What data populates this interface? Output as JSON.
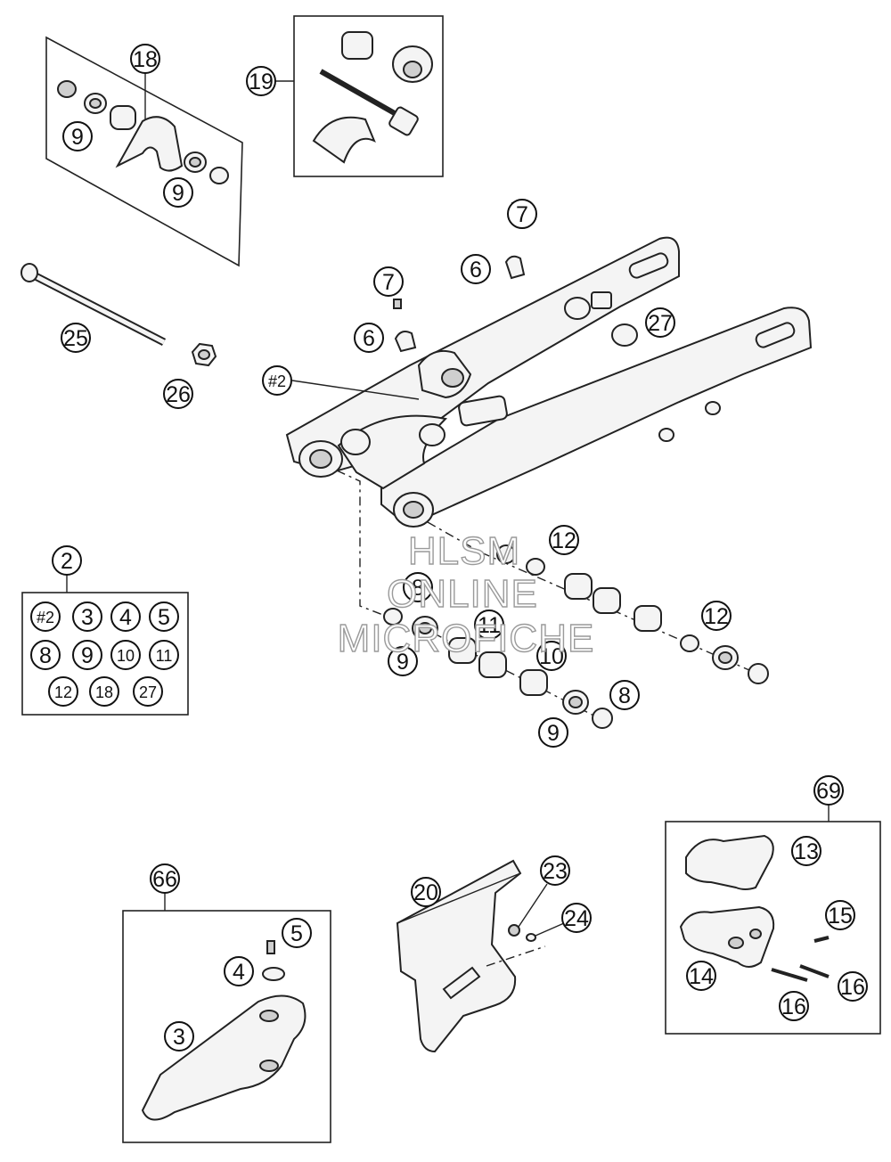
{
  "watermark": {
    "line1": "HLSM",
    "line2": "ONLINE",
    "line3": "MICROFICHE"
  },
  "callouts": {
    "c18": "18",
    "c9a": "9",
    "c9b": "9",
    "c19": "19",
    "c7a": "7",
    "c6a": "6",
    "c7b": "7",
    "c6b": "6",
    "c27": "27",
    "c25": "25",
    "c26": "26",
    "c2ref": "#2",
    "c12a": "12",
    "c8a": "8",
    "c11": "11",
    "c9c": "9",
    "c10": "10",
    "c12b": "12",
    "c8b": "8",
    "c9d": "9",
    "c69": "69",
    "c13": "13",
    "c15": "15",
    "c14": "14",
    "c16a": "16",
    "c16b": "16",
    "c66": "66",
    "c5": "5",
    "c4": "4",
    "c3": "3",
    "c20": "20",
    "c23": "23",
    "c24": "24"
  },
  "kit2": {
    "title": "2",
    "items": [
      "#2",
      "3",
      "4",
      "5",
      "8",
      "9",
      "10",
      "11",
      "12",
      "18",
      "27"
    ]
  }
}
